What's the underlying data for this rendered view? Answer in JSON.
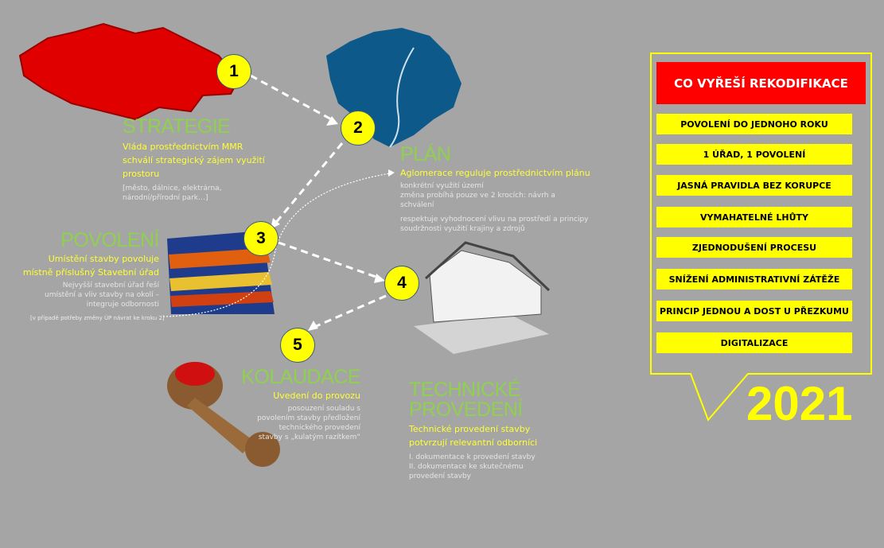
{
  "steps": [
    {
      "num": "1",
      "title": "STRATEGIE",
      "subtitle": "Vláda prostřednictvím MMR schválí strategický zájem využití prostoru",
      "details": [
        "[město, dálnice, elektrárna, národní/přírodní park…]"
      ]
    },
    {
      "num": "2",
      "title": "PLÁN",
      "subtitle": "Aglomerace reguluje prostřednictvím plánu",
      "details": [
        "konkrétní využití území",
        "změna probíhá pouze ve 2 krocích: návrh a schválení",
        "respektuje vyhodnocení vlivu na prostředí a principy soudržnosti  využití krajiny a zdrojů"
      ]
    },
    {
      "num": "3",
      "title": "POVOLENÍ",
      "subtitle": "Umístění stavby povoluje místně příslušný Stavební úřad",
      "details": [
        "Nejvyšší stavební úřad řeší umístění a vliv stavby na okolí – integruje odbornosti"
      ],
      "note": "[v případě potřeby změny ÚP návrat ke kroku 2]"
    },
    {
      "num": "4",
      "title": "TECHNICKÉ PROVEDENÍ",
      "subtitle": "Technické provedení stavby potvrzují relevantní odborníci",
      "details": [
        "I. dokumentace k provedení stavby",
        "II. dokumentace ke skutečnému provedení stavby"
      ]
    },
    {
      "num": "5",
      "title": "KOLAUDACE",
      "subtitle": "Uvedení do provozu",
      "details": [
        "posouzení souladu s povolením stavby předložení technického provedení stavby s „kulatým razítkem“"
      ]
    }
  ],
  "panel": {
    "header": "CO VYŘEŠÍ REKODIFIKACE",
    "items": [
      "POVOLENÍ DO JEDNOHO ROKU",
      "1 ÚŘAD, 1 POVOLENÍ",
      "JASNÁ PRAVIDLA BEZ KORUPCE",
      "VYMAHATELNÉ LHŮTY",
      "ZJEDNODUŠENÍ PROCESU",
      "SNÍŽENÍ ADMINISTRATIVNÍ ZÁTĚŽE",
      "PRINCIP JEDNOU A DOST U PŘEZKUMU",
      "DIGITALIZACE"
    ],
    "year": "2021"
  },
  "colors": {
    "background": "#a5a5a5",
    "accent_yellow": "#ffff00",
    "title_green": "#8fd14f",
    "header_red": "#ff0000"
  }
}
